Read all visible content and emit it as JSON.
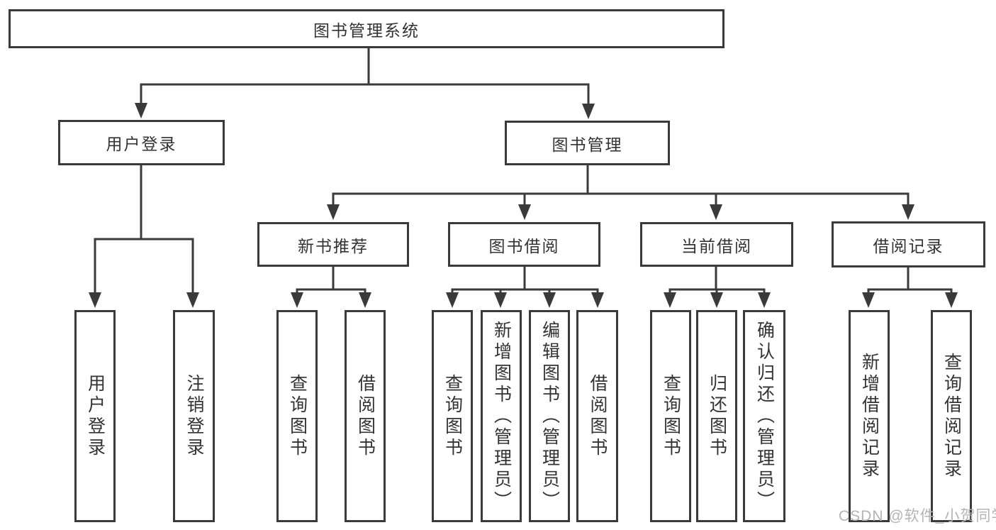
{
  "diagram": {
    "root": {
      "label": "图书管理系统"
    },
    "login_branch": {
      "label": "用户登录",
      "children": [
        {
          "label": "用户登录"
        },
        {
          "label": "注销登录"
        }
      ]
    },
    "mgmt_branch": {
      "label": "图书管理",
      "modules": [
        {
          "label": "新书推荐",
          "children": [
            {
              "label": "查询图书"
            },
            {
              "label": "借阅图书"
            }
          ]
        },
        {
          "label": "图书借阅",
          "children": [
            {
              "label": "查询图书"
            },
            {
              "label": "新增图书（管理员）"
            },
            {
              "label": "编辑图书（管理员）"
            },
            {
              "label": "借阅图书"
            }
          ]
        },
        {
          "label": "当前借阅",
          "children": [
            {
              "label": "查询图书"
            },
            {
              "label": "归还图书"
            },
            {
              "label": "确认归还（管理员）"
            }
          ]
        },
        {
          "label": "借阅记录",
          "children": [
            {
              "label": "新增借阅记录"
            },
            {
              "label": "查询借阅记录"
            }
          ]
        }
      ]
    },
    "watermark": "CSDN @软件_小贺同学"
  },
  "colors": {
    "line": "#3a3a3a",
    "text": "#333333",
    "watermark": "#b4b4b4",
    "background": "#ffffff"
  }
}
